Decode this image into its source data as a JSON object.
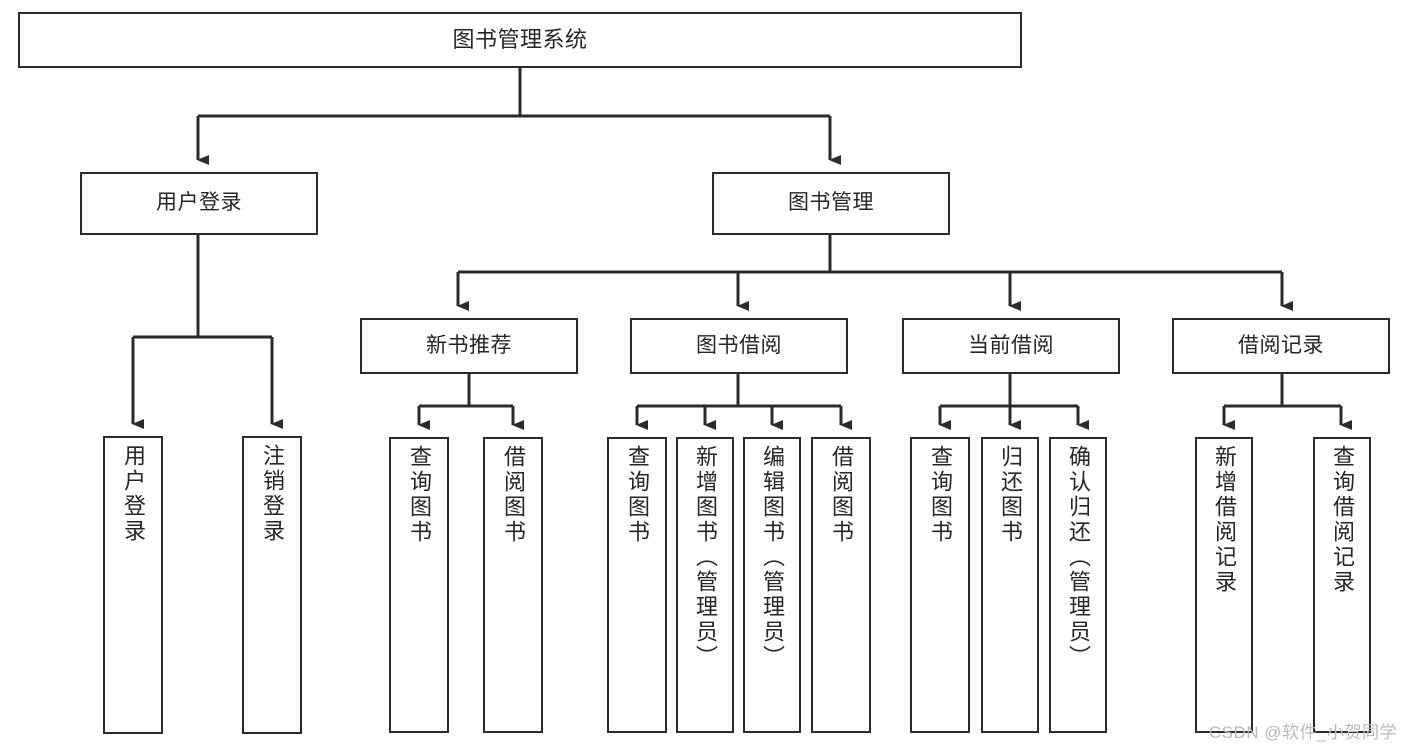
{
  "diagram": {
    "title": "图书管理系统",
    "type": "tree",
    "colors": {
      "box_border": "#2b2b2b",
      "box_fill": "#ffffff",
      "edge": "#2b2b2b",
      "text": "#262626",
      "watermark": "#b9b9b9",
      "background": "#ffffff"
    },
    "root": {
      "label": "图书管理系统"
    },
    "level2": [
      {
        "label": "用户登录"
      },
      {
        "label": "图书管理"
      }
    ],
    "level3": [
      {
        "label": "新书推荐"
      },
      {
        "label": "图书借阅"
      },
      {
        "label": "当前借阅"
      },
      {
        "label": "借阅记录"
      }
    ],
    "leaves": [
      {
        "label": "用户登录"
      },
      {
        "label": "注销登录"
      },
      {
        "label": "查询图书"
      },
      {
        "label": "借阅图书"
      },
      {
        "label": "查询图书"
      },
      {
        "label": "新增图书（管理员）"
      },
      {
        "label": "编辑图书（管理员）"
      },
      {
        "label": "借阅图书"
      },
      {
        "label": "查询图书"
      },
      {
        "label": "归还图书"
      },
      {
        "label": "确认归还（管理员）"
      },
      {
        "label": "新增借阅记录"
      },
      {
        "label": "查询借阅记录"
      }
    ]
  },
  "watermark": {
    "text": "CSDN @软件_小贺同学"
  }
}
